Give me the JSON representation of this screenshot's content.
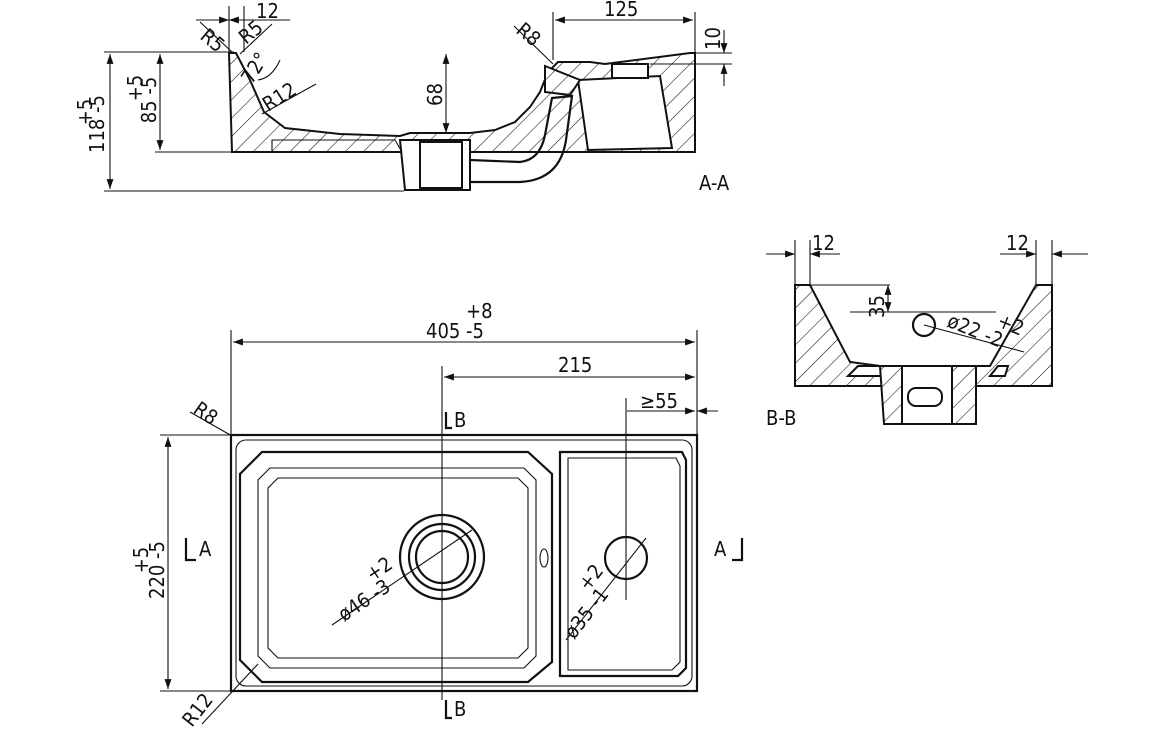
{
  "drawing": {
    "colors": {
      "ink": "#111111",
      "paper": "#ffffff"
    },
    "section_aa": {
      "label": "A-A",
      "dims": {
        "r5_left": "R5",
        "r5_right": "R5",
        "top_12": "12",
        "angle": "72°",
        "r12": "R12",
        "r8": "R8",
        "width_125": "125",
        "thick_10": "10",
        "depth_68": "68",
        "h118_tol": "+5",
        "h118": "118  -5",
        "h85_tol": "+5",
        "h85": "85  -5"
      }
    },
    "section_bb": {
      "label": "B-B",
      "dims": {
        "left_12": "12",
        "right_12": "12",
        "h35": "35",
        "hole_tol": "+2",
        "hole": "ø22  -2"
      }
    },
    "plan": {
      "dims": {
        "width_tol": "+8",
        "width": "405  -5",
        "d215": "215",
        "d55": "≥55",
        "r8": "R8",
        "r12": "R12",
        "height_tol": "+5",
        "height": "220  -5",
        "drain_tol": "+2",
        "drain": "ø46  -3",
        "tap_tol": "+2",
        "tap": "ø35  -1"
      },
      "markers": {
        "a_left": "A",
        "a_right": "A",
        "b_top": "B",
        "b_bottom": "B"
      }
    }
  }
}
